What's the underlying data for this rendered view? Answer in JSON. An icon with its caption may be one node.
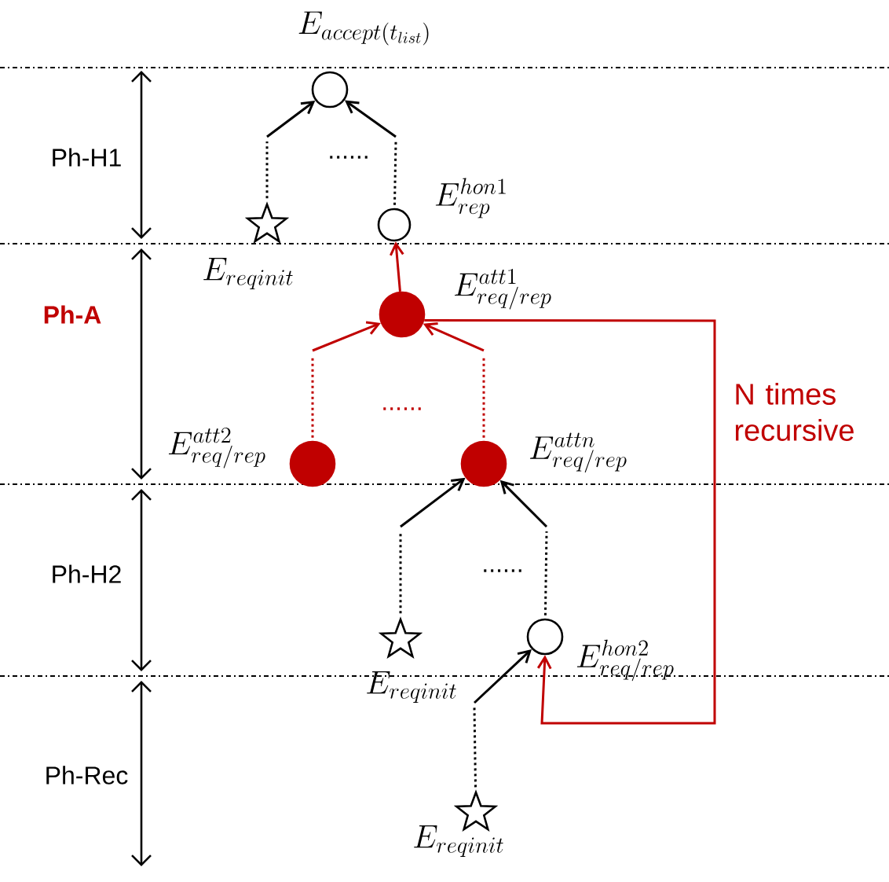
{
  "diagram": {
    "nodes": [
      {
        "text": [],
        "shape": "circle",
        "beside": [
          "E_{accept(t_{list})}"
        ]
      },
      {
        "text": [],
        "shape": "star",
        "beside": [
          "E_{reqinit}"
        ]
      },
      {
        "text": [],
        "shape": "circle",
        "beside": [
          "E_{rep}^{hon1}"
        ]
      },
      {
        "text": [],
        "shape": "circle",
        "beside": [
          "E_{req/rep}^{att1}"
        ]
      },
      {
        "text": [],
        "shape": "circle",
        "beside": [
          "E_{req/rep}^{att2}"
        ]
      },
      {
        "text": [],
        "shape": "circle",
        "beside": [
          "E_{req/rep}^{attn}"
        ]
      },
      {
        "text": [],
        "shape": "star",
        "beside": [
          "E_{reqinit}"
        ]
      },
      {
        "text": [],
        "shape": "circle",
        "beside": [
          "E_{req/rep}^{hon2}"
        ]
      },
      {
        "text": [],
        "shape": "star",
        "beside": [
          "E_{reqinit}"
        ]
      }
    ],
    "edges": [
      {
        "from": 1,
        "to": 0,
        "arrow": "to",
        "style": "dashed"
      },
      {
        "from": 2,
        "to": 0,
        "arrow": "to",
        "style": "dashed"
      },
      {
        "from": 3,
        "to": 2,
        "arrow": "to",
        "color": "#c00000"
      },
      {
        "from": 4,
        "to": 3,
        "arrow": "to",
        "color": "#c00000",
        "style": "dashed"
      },
      {
        "from": 5,
        "to": 3,
        "arrow": "to",
        "color": "#c00000",
        "style": "dashed"
      },
      {
        "from": 6,
        "to": 5,
        "arrow": "to",
        "style": "dashed"
      },
      {
        "from": 7,
        "to": 5,
        "arrow": "to",
        "style": "dashed"
      },
      {
        "from": 8,
        "to": 7,
        "arrow": "to",
        "style": "dashed"
      },
      {
        "from": 3,
        "to": 7,
        "arrow": "to",
        "color": "#c00000",
        "label": "N times recursive"
      }
    ],
    "labels": [
      "Ph-H1",
      "......",
      "Ph-A",
      "......",
      "Ph-H2",
      "......",
      "Ph-Rec"
    ]
  }
}
